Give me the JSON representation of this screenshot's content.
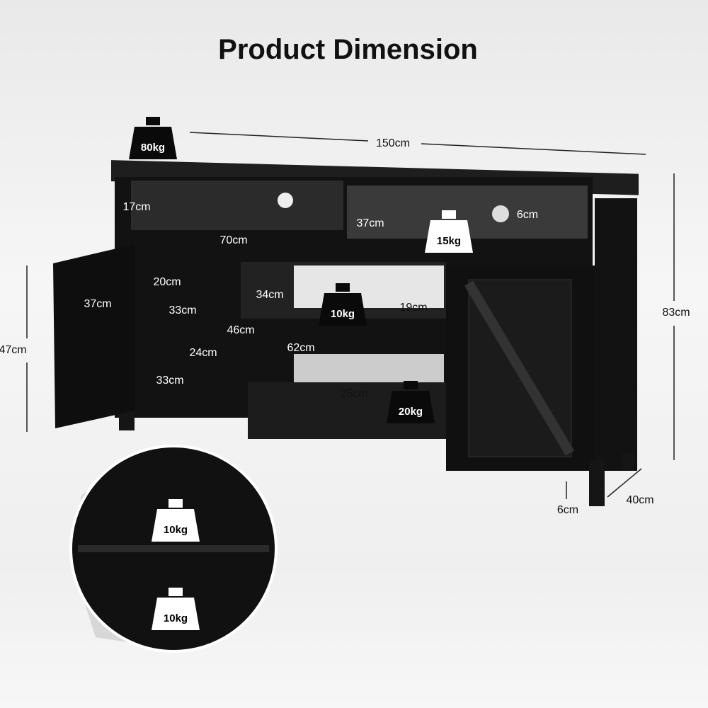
{
  "title": "Product Dimension",
  "dimensions": {
    "width": "150cm",
    "height": "83cm",
    "depth": "40cm",
    "leg_height": "6cm",
    "cable_hole": "6cm",
    "top_shelf_height": "17cm",
    "top_shelf_width": "70cm",
    "top_shelf_depth": "37cm",
    "cabinet_shelf_height": "20cm",
    "door_depth": "37cm",
    "cabinet_width": "33cm",
    "middle_depth": "34cm",
    "middle_height": "19cm",
    "middle_total_height": "46cm",
    "middle_width": "62cm",
    "cabinet_lower_height": "24cm",
    "door_height": "47cm",
    "cabinet_lower_depth": "33cm",
    "bottom_height": "25cm"
  },
  "weights": {
    "top": "80kg",
    "top_shelf": "15kg",
    "middle_shelf": "10kg",
    "bottom_shelf": "20kg",
    "inset_upper": "10kg",
    "inset_lower": "10kg"
  },
  "colors": {
    "furniture": "#141414",
    "weight_dark": "#0a0a0a",
    "weight_light": "#ffffff"
  }
}
